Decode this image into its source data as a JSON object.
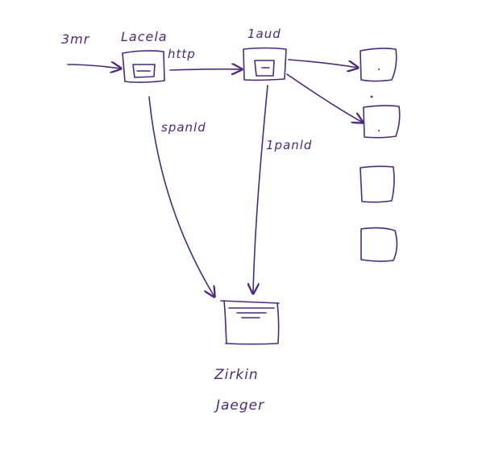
{
  "canvas": {
    "ink_color": "#4b2a7b",
    "background": "#ffffff"
  },
  "labels": {
    "incoming": "3mr",
    "node_a": "Lacela",
    "protocol": "http",
    "node_b": "1aud",
    "edge_a_store": "spanld",
    "edge_b_store": "1panld",
    "store_line_1": "Zirkin",
    "store_line_2": "Jaeger"
  }
}
